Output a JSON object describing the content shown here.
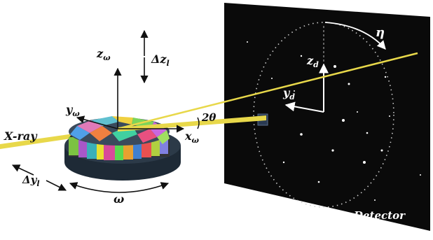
{
  "labels": {
    "xray": "X-ray",
    "zw": "z",
    "zw_sub": "ω",
    "yw": "y",
    "yw_sub": "ω",
    "xw": "x",
    "xw_sub": "ω",
    "dzl": "Δz",
    "dzl_sub": "l",
    "dyl": "Δy",
    "dyl_sub": "l",
    "omega": "ω",
    "two_theta": "2θ",
    "zd": "z",
    "zd_sub": "d",
    "yd": "y",
    "yd_sub": "d",
    "eta": "η",
    "detector": "Detector"
  },
  "colors": {
    "detector_bg": "#0a0a0a",
    "beam": "#e8d84a",
    "stage_dark": "#1e2a36",
    "stage_mid": "#2c3a48",
    "text": "#111111",
    "detector_text": "#ffffff"
  }
}
